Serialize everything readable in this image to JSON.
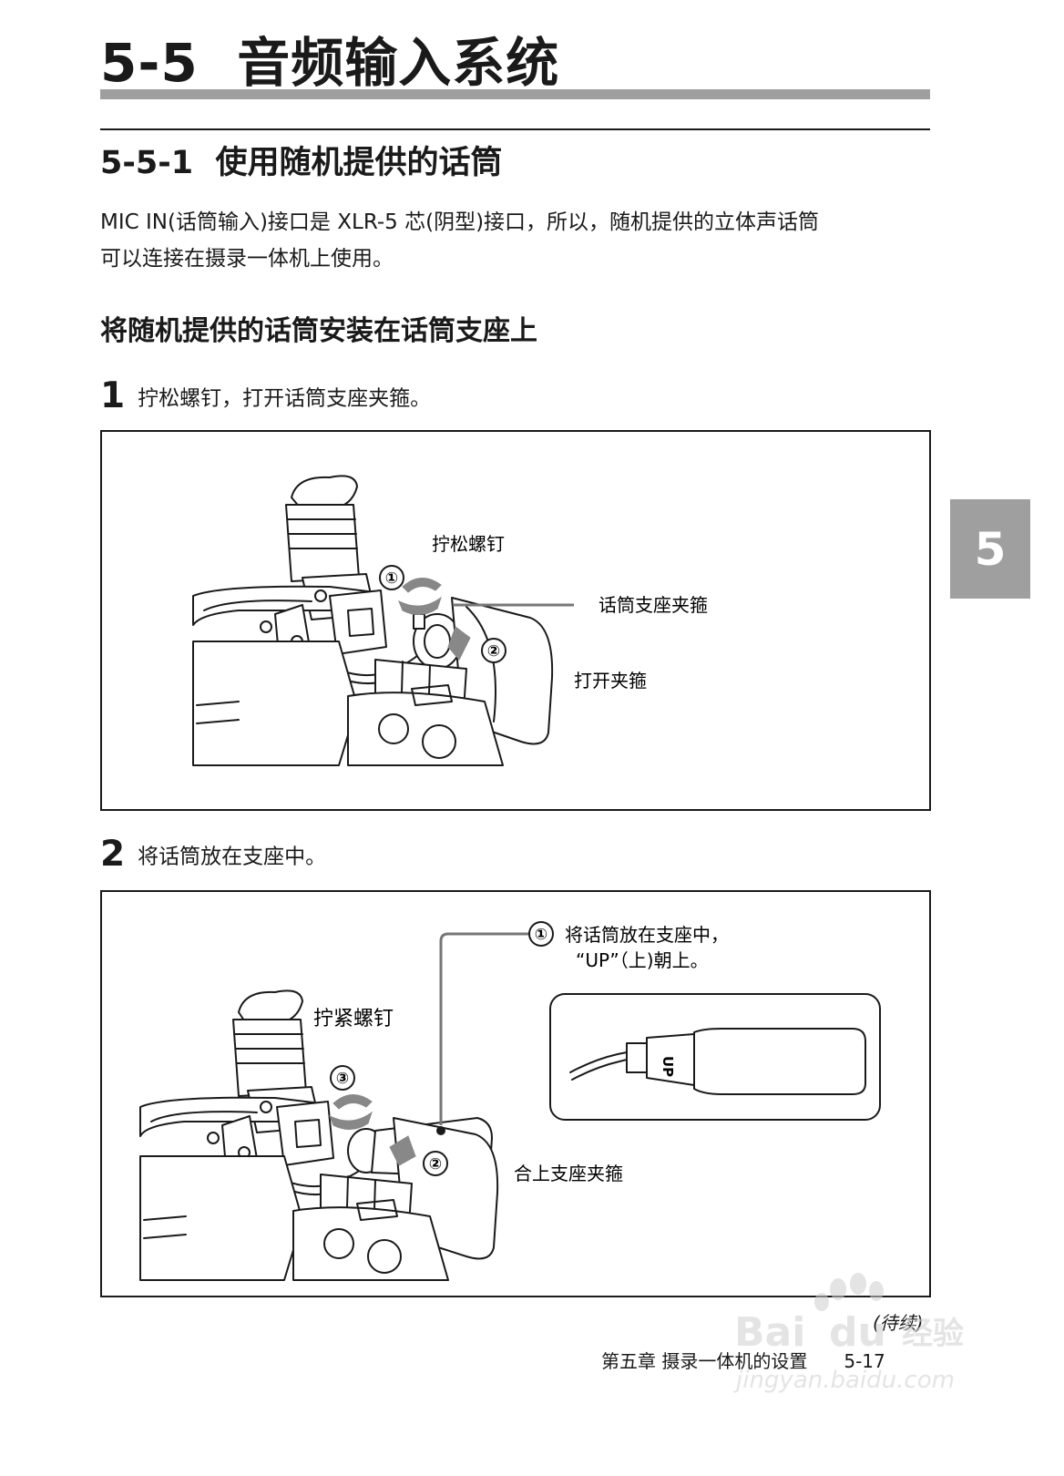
{
  "chapter": {
    "number": "5-5",
    "title": "音频输入系统"
  },
  "section": {
    "number": "5-5-1",
    "title": "使用随机提供的话筒"
  },
  "intro": {
    "line1": "MIC IN(话筒输入)接口是 XLR-5 芯(阴型)接口，所以，随机提供的立体声话筒",
    "line2": "可以连接在摄录一体机上使用。"
  },
  "subheading": "将随机提供的话筒安装在话筒支座上",
  "steps": [
    {
      "number": "1",
      "text": "拧松螺钉，打开话筒支座夹箍。",
      "figure": {
        "callout_circle1": "①",
        "callout_circle2": "②",
        "label_loosen": "拧松螺钉",
        "label_clamp": "话筒支座夹箍",
        "label_open": "打开夹箍"
      }
    },
    {
      "number": "2",
      "text": "将话筒放在支座中。",
      "figure": {
        "callout_circle1": "①",
        "callout_circle2": "②",
        "callout_circle3": "③",
        "label_place_line1": "将话筒放在支座中，",
        "label_place_line2": "“UP”（上)朝上。",
        "label_tighten": "拧紧螺钉",
        "label_close": "合上支座夹箍",
        "mic_marking": "UP"
      }
    }
  ],
  "side_tab": "5",
  "continued": "(待续)",
  "footer": {
    "chapter_label": "第五章  摄录一体机的设置",
    "page": "5-17"
  },
  "watermark": {
    "brand": "Bai",
    "brand2": "du",
    "suffix": "经验",
    "url": "jingyan.baidu.com"
  }
}
